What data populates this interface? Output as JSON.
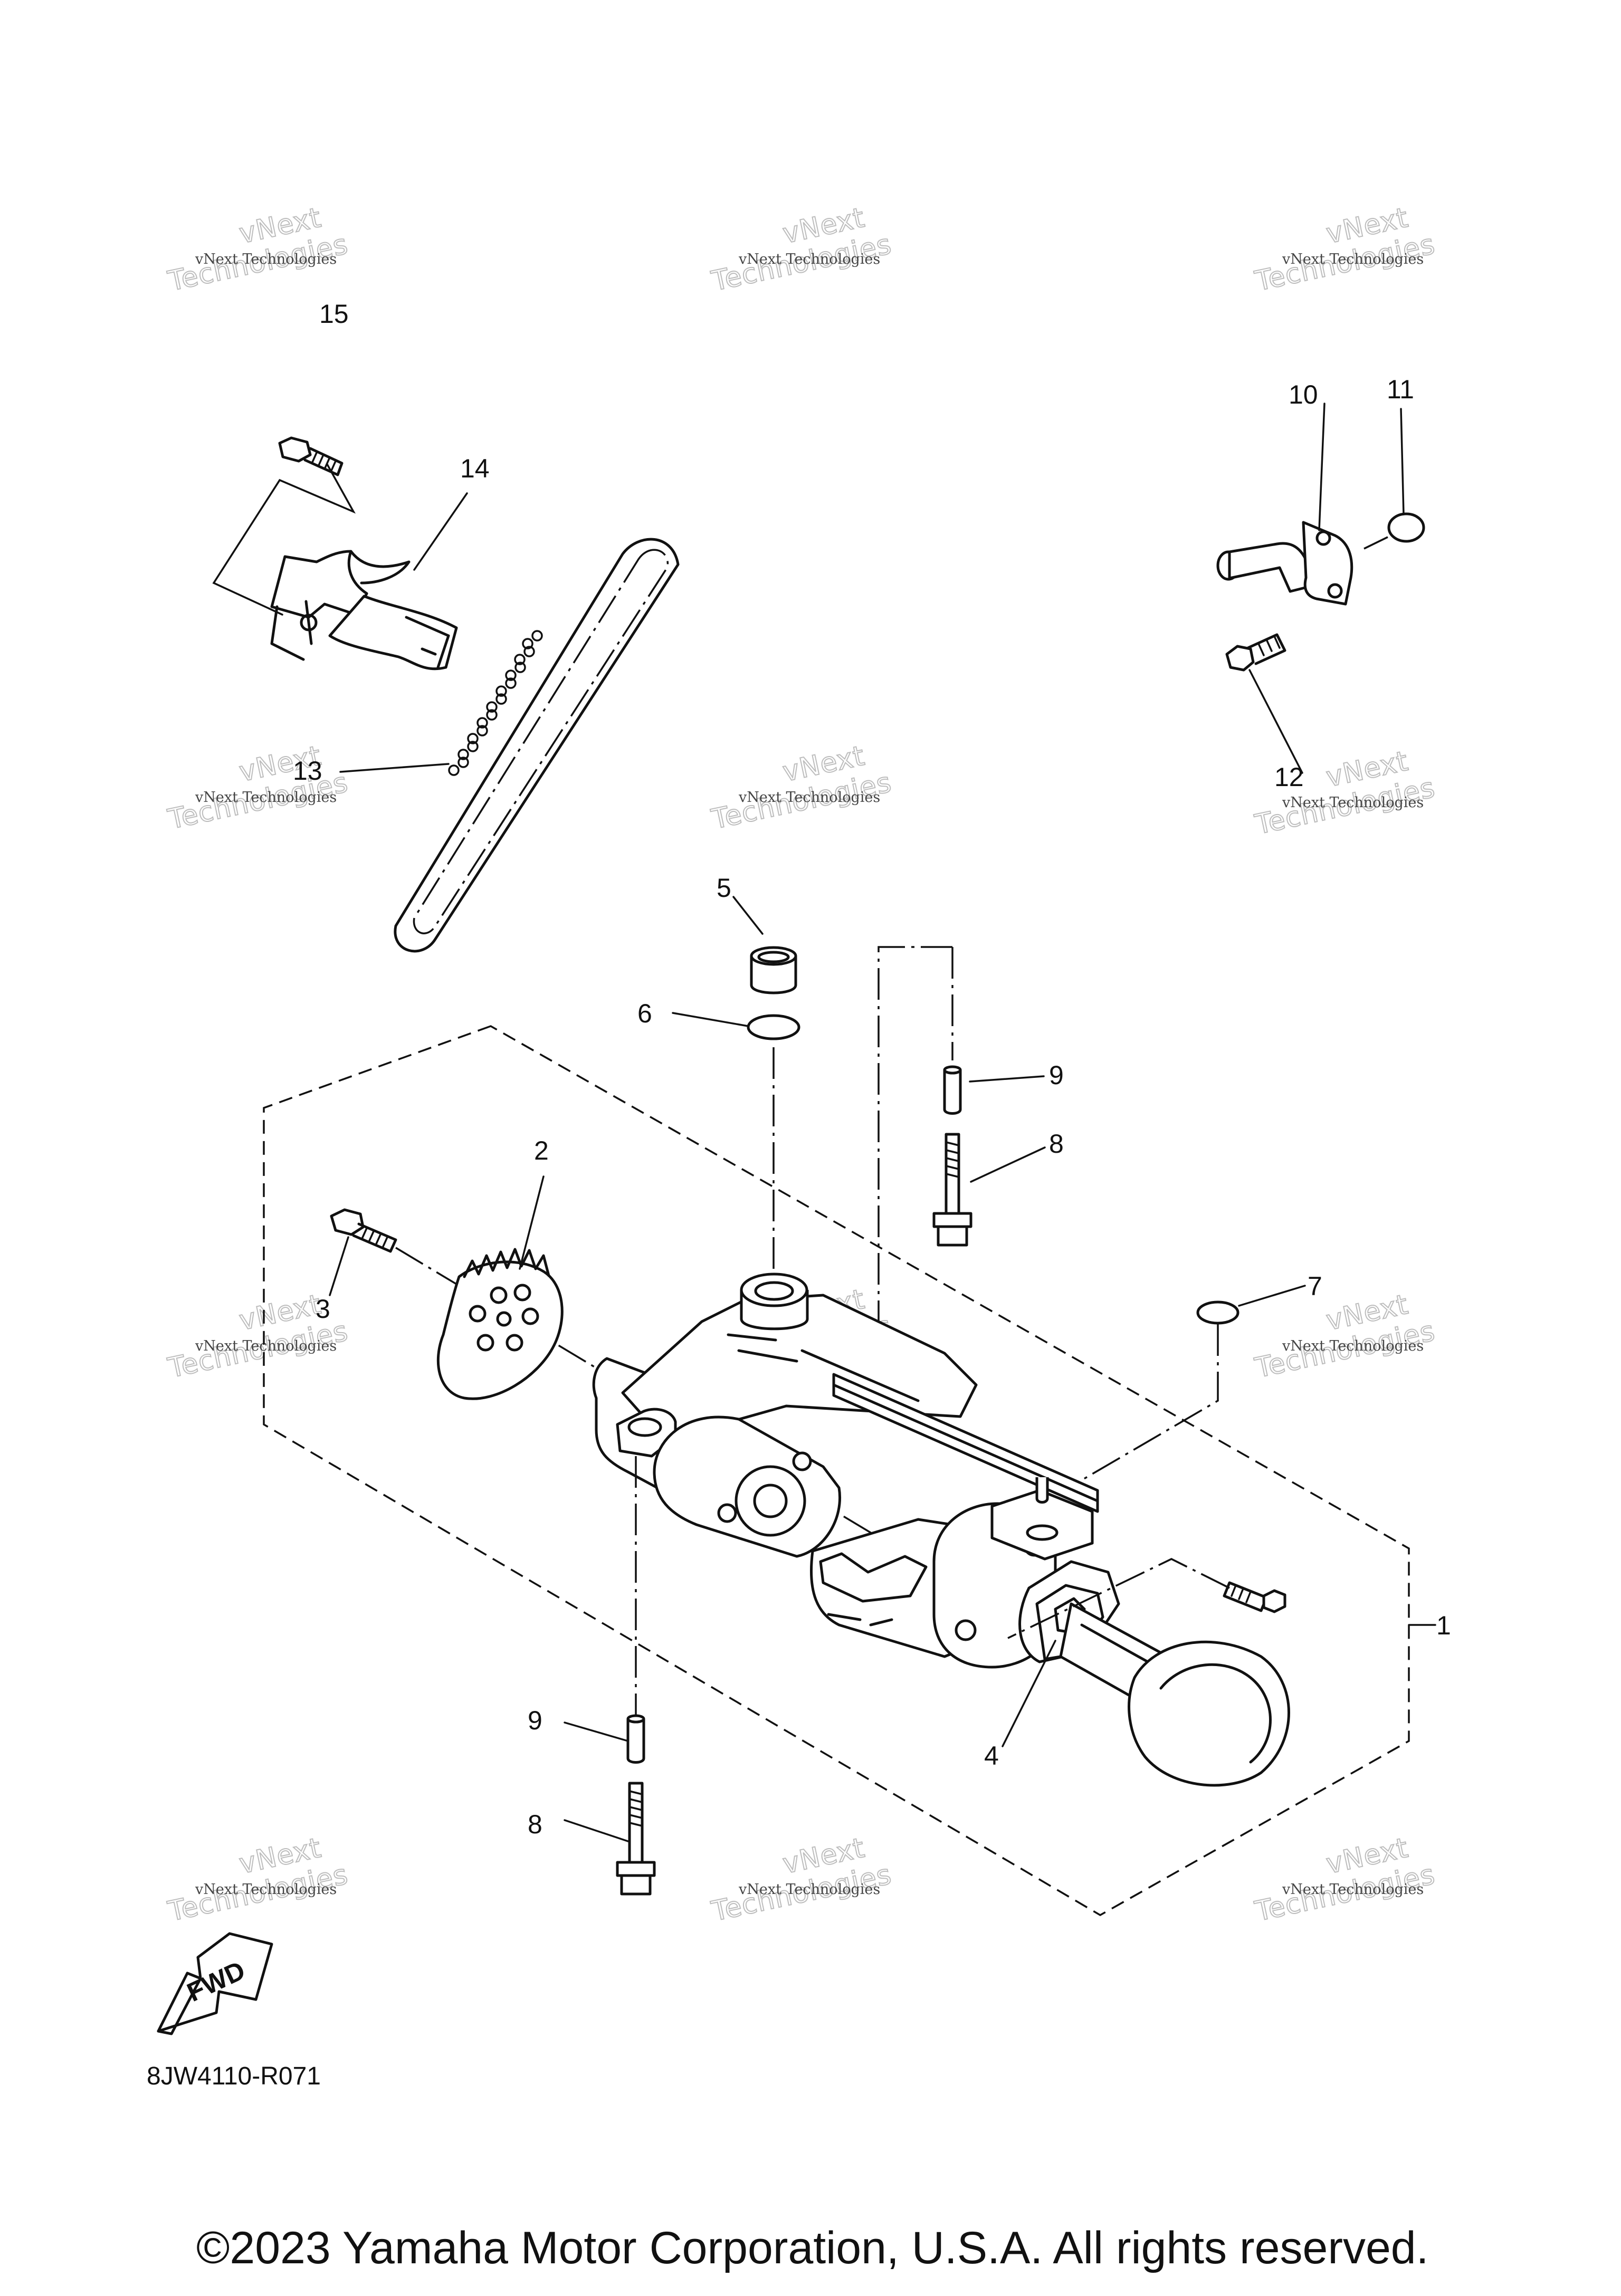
{
  "callouts": {
    "c1": "1",
    "c2": "2",
    "c3": "3",
    "c4": "4",
    "c5": "5",
    "c6": "6",
    "c7": "7",
    "c8a": "8",
    "c8b": "8",
    "c9a": "9",
    "c9b": "9",
    "c10": "10",
    "c11": "11",
    "c12": "12",
    "c13": "13",
    "c14": "14",
    "c15": "15"
  },
  "watermark": {
    "line1": "vNext Technologies",
    "line2": "vNext",
    "line3": "Technologies"
  },
  "fwd_label": "FWD",
  "diagram_code": "8JW4110-R071",
  "copyright": "©2023 Yamaha Motor Corporation, U.S.A. All rights reserved."
}
